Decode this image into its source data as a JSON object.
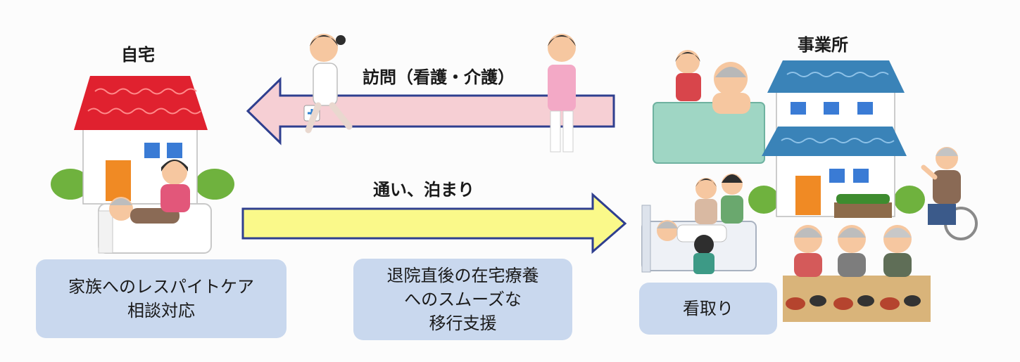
{
  "home": {
    "title": "自宅"
  },
  "facility": {
    "title": "事業所"
  },
  "arrows": {
    "visit_label": "訪問（看護・介護）",
    "stay_label": "通い、泊まり"
  },
  "boxes": {
    "home_support": [
      "家族へのレスパイトケア",
      "相談対応"
    ],
    "transition": [
      "退院直後の在宅療養",
      "へのスムーズな",
      "移行支援"
    ],
    "end_of_life": [
      "看取り"
    ]
  },
  "colors": {
    "visit_arrow": "#f6cfd4",
    "stay_arrow": "#faf98a",
    "arrow_outline": "#2f3f8f",
    "box_fill": "#c9d8ee",
    "home_roof": "#e0212f",
    "facility_roof": "#3a83b8"
  }
}
